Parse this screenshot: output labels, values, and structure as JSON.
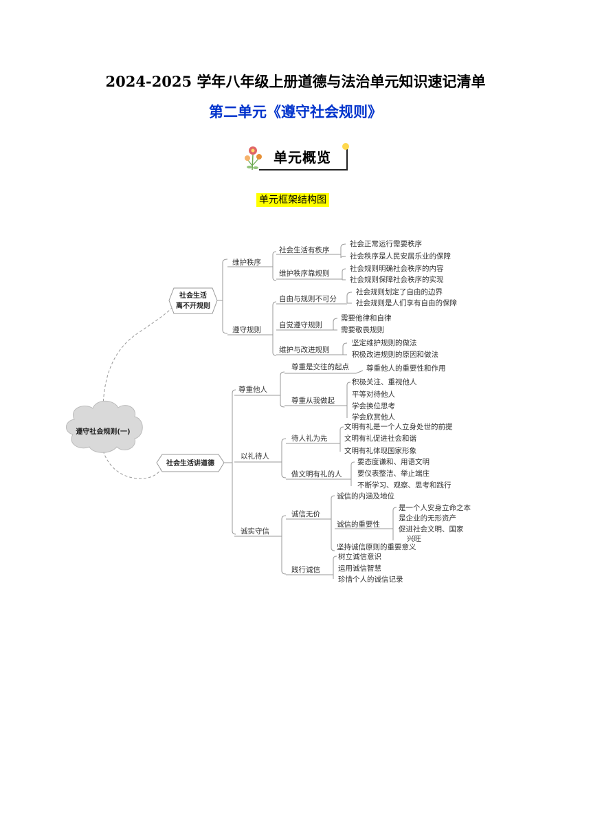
{
  "header": {
    "title": "2024-2025 学年八年级上册道德与法治单元知识速记清单",
    "subtitle": "第二单元《遵守社会规则》",
    "badge": "单元概览",
    "frame_label": "单元框架结构图"
  },
  "mindmap": {
    "root": "遵守社会规则(一)",
    "branch1": {
      "label_lines": [
        "社会生活",
        "离不开规则"
      ],
      "topics": [
        {
          "label": "维护秩序",
          "subs": [
            {
              "label": "社会生活有秩序",
              "leaves": [
                "社会正常运行需要秩序",
                "社会秩序是人民安居乐业的保障"
              ]
            },
            {
              "label": "维护秩序靠规则",
              "leaves": [
                "社会规则明确社会秩序的内容",
                "社会规则保障社会秩序的实现"
              ]
            }
          ]
        },
        {
          "label": "遵守规则",
          "subs": [
            {
              "label": "自由与规则不可分",
              "leaves": [
                "社会规则划定了自由的边界",
                "社会规则是人们享有自由的保障"
              ]
            },
            {
              "label": "自觉遵守规则",
              "leaves": [
                "需要他律和自律",
                "需要敬畏规则"
              ]
            },
            {
              "label": "维护与改进规则",
              "leaves": [
                "坚定维护规则的做法",
                "积极改进规则的原因和做法"
              ]
            }
          ]
        }
      ]
    },
    "branch2": {
      "label": "社会生活讲道德",
      "topics": [
        {
          "label": "尊重他人",
          "subs": [
            {
              "label": "尊重是交往的起点",
              "leaves": [
                "尊重他人的重要性和作用"
              ]
            },
            {
              "label": "尊重从我做起",
              "leaves": [
                "积极关注、重视他人",
                "平等对待他人",
                "学会换位思考",
                "学会欣赏他人"
              ]
            }
          ]
        },
        {
          "label": "以礼待人",
          "subs": [
            {
              "label": "待人礼为先",
              "leaves": [
                "文明有礼是一个人立身处世的前提",
                "文明有礼促进社会和谐",
                "文明有礼体现国家形象"
              ]
            },
            {
              "label": "做文明有礼的人",
              "leaves": [
                "要态度谦和、用语文明",
                "要仪表整洁、举止端庄",
                "不断学习、观察、思考和践行"
              ]
            }
          ]
        },
        {
          "label": "诚实守信",
          "subs": [
            {
              "label": "诚信无价",
              "items": [
                {
                  "label": "诚信的内涵及地位"
                },
                {
                  "label": "诚信的重要性",
                  "leaves": [
                    "是一个人安身立命之本",
                    "是企业的无形资产",
                    "促进社会文明、国家",
                    "兴旺"
                  ]
                },
                {
                  "label": "坚持诚信原则的重要意义"
                }
              ]
            },
            {
              "label": "践行诚信",
              "leaves": [
                "树立诚信意识",
                "运用诚信智慧",
                "珍惜个人的诚信记录"
              ]
            }
          ]
        }
      ]
    }
  }
}
